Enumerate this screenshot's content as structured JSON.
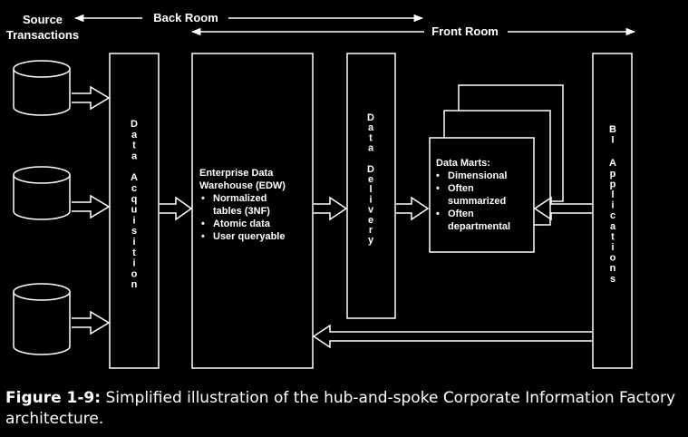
{
  "labels": {
    "source_transactions": [
      "Source",
      "Transactions"
    ],
    "back_room": "Back Room",
    "front_room": "Front Room"
  },
  "components": {
    "data_acquisition": "Data Acquisition",
    "edw": {
      "title": [
        "Enterprise Data",
        "Warehouse (EDW)"
      ],
      "bullets": [
        [
          "Normalized",
          "tables (3NF)"
        ],
        [
          "Atomic data"
        ],
        [
          "User queryable"
        ]
      ]
    },
    "data_delivery": "Data Delivery",
    "data_marts": {
      "title": "Data Marts:",
      "bullets": [
        [
          "Dimensional"
        ],
        [
          "Often",
          "summarized"
        ],
        [
          "Often",
          "departmental"
        ]
      ]
    },
    "bi_applications": "BI Applications"
  },
  "caption": {
    "figure": "Figure 1-9:",
    "text": " Simplified illustration of the hub-and-spoke Corporate Information Factory architecture."
  }
}
